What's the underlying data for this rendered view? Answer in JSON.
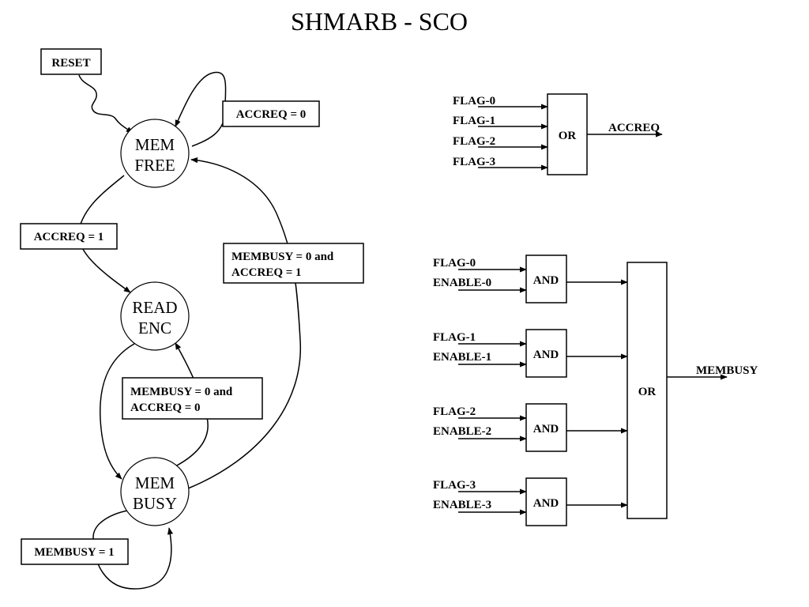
{
  "title": "SHMARB - SCO",
  "state_machine": {
    "states": [
      {
        "id": "mem_free",
        "line1": "MEM",
        "line2": "FREE"
      },
      {
        "id": "read_enc",
        "line1": "READ",
        "line2": "ENC"
      },
      {
        "id": "mem_busy",
        "line1": "MEM",
        "line2": "BUSY"
      }
    ],
    "reset_label": "RESET",
    "transitions": {
      "free_self": "ACCREQ = 0",
      "free_to_read": "ACCREQ = 1",
      "busy_to_free_l1": "MEMBUSY = 0  and",
      "busy_to_free_l2": "ACCREQ = 1",
      "busy_to_read_l1": "MEMBUSY = 0  and",
      "busy_to_read_l2": "ACCREQ = 0",
      "busy_self": "MEMBUSY = 1"
    }
  },
  "accreq_logic": {
    "inputs": [
      "FLAG-0",
      "FLAG-1",
      "FLAG-2",
      "FLAG-3"
    ],
    "gate": "OR",
    "output": "ACCREQ"
  },
  "membusy_logic": {
    "and_gates": [
      {
        "flag": "FLAG-0",
        "enable": "ENABLE-0",
        "gate": "AND"
      },
      {
        "flag": "FLAG-1",
        "enable": "ENABLE-1",
        "gate": "AND"
      },
      {
        "flag": "FLAG-2",
        "enable": "ENABLE-2",
        "gate": "AND"
      },
      {
        "flag": "FLAG-3",
        "enable": "ENABLE-3",
        "gate": "AND"
      }
    ],
    "or_gate": "OR",
    "output": "MEMBUSY"
  }
}
